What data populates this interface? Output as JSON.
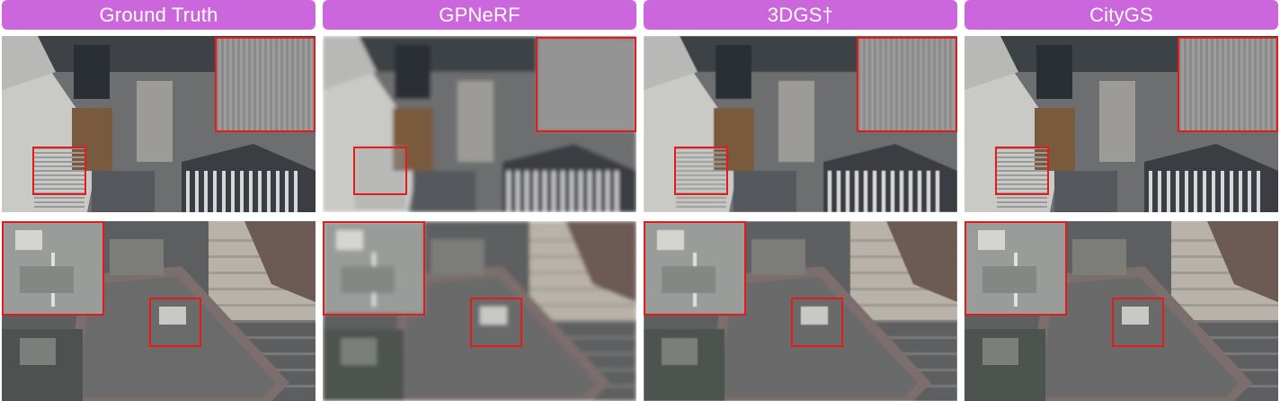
{
  "header_color": "#cc66dd",
  "box_color": "#e51b1b",
  "columns": [
    {
      "label": "Ground Truth"
    },
    {
      "label": "GPNeRF"
    },
    {
      "label": "3DGS†"
    },
    {
      "label": "CityGS"
    }
  ]
}
